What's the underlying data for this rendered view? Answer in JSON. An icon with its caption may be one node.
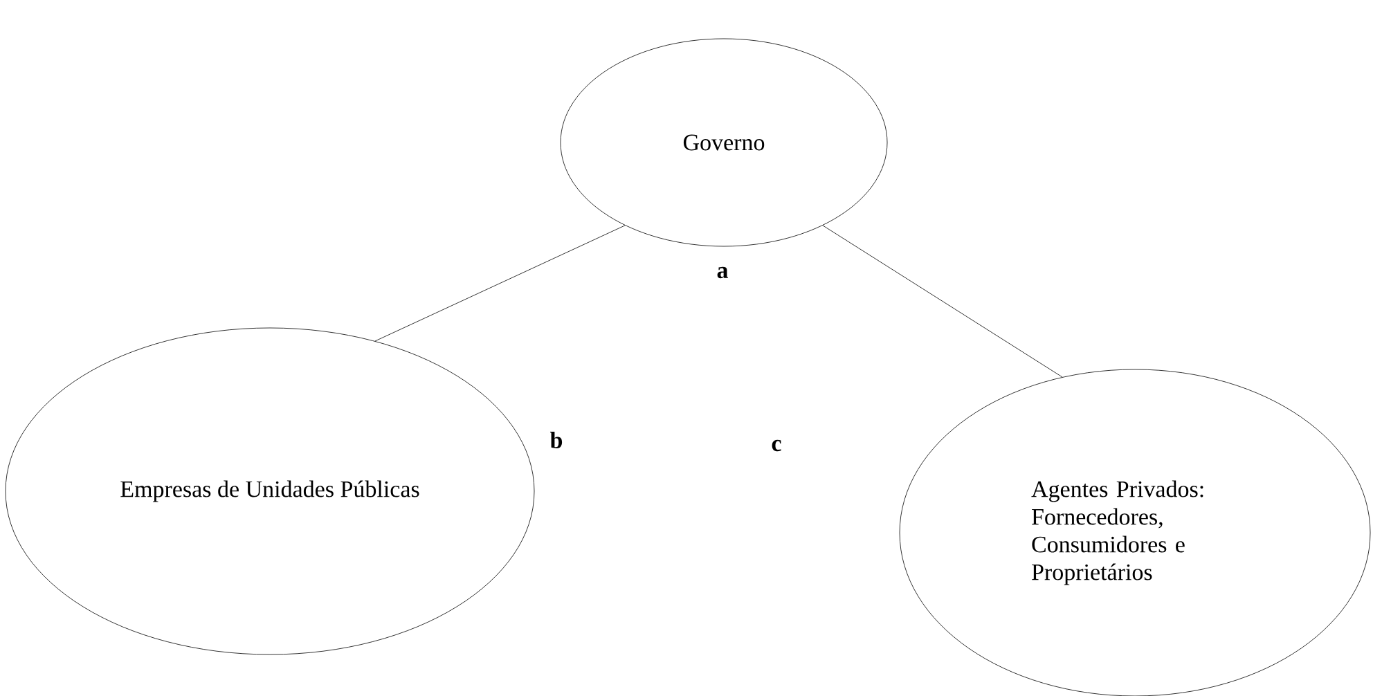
{
  "diagram": {
    "nodes": [
      {
        "text": [
          "Governo"
        ]
      },
      {
        "text": [
          "Empresas de Unidades Públicas"
        ]
      },
      {
        "text": [
          "Agentes Privados: Fornecedores, Consumidores e Proprietários"
        ]
      }
    ],
    "edges": [
      {
        "from": 0,
        "to": 1,
        "arrow": "none"
      },
      {
        "from": 0,
        "to": 2,
        "arrow": "none"
      }
    ],
    "labels": [
      "a",
      "b",
      "c"
    ]
  }
}
